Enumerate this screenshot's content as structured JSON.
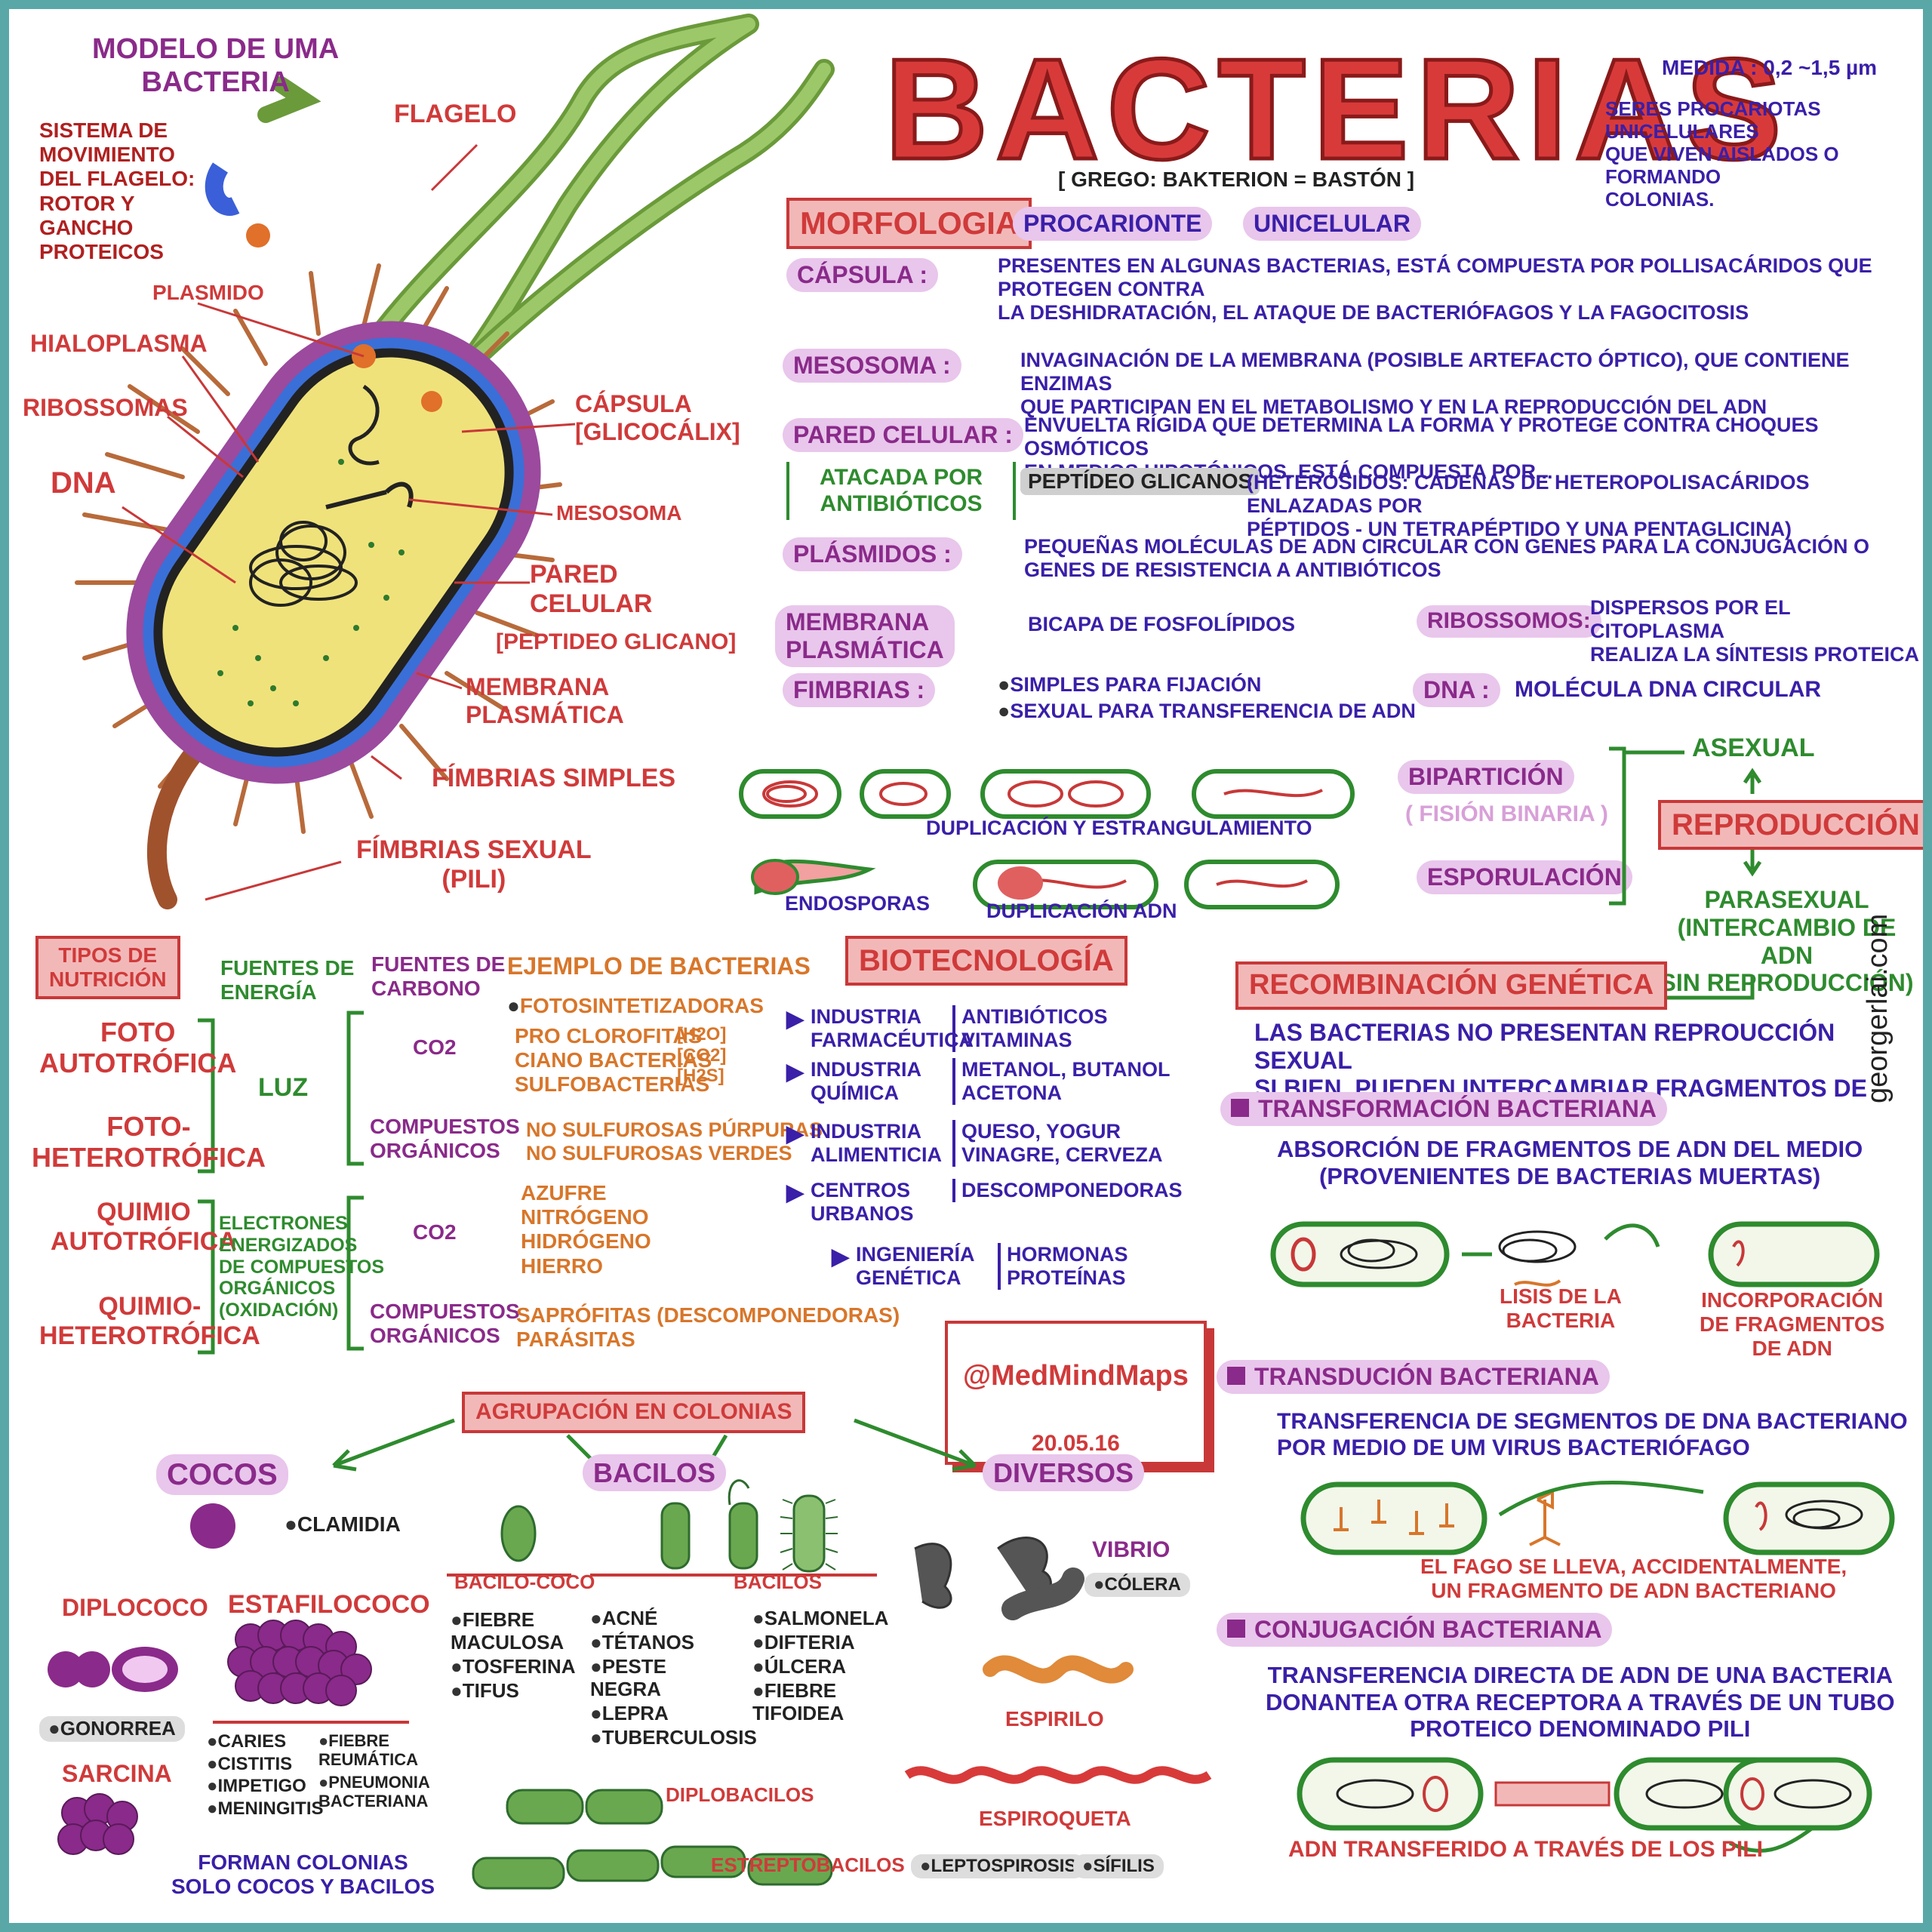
{
  "header": {
    "title": "BACTERIAS",
    "etymology": "[ GREGO: BAKTERION = BASTÓN ]",
    "medida": "MEDIDA : 0,2 ~1,5 µm",
    "description": "SERES PROCARIOTAS UNICELULARES\nQUE VIVEN AISLADOS O FORMANDO\nCOLONIAS."
  },
  "diagram": {
    "title": "MODELO DE UMA\nBACTERIA",
    "flagellum_note": "SISTEMA DE\nMOVIMIENTO\nDEL FLAGELO:\nROTOR Y\nGANCHO\nPROTEICOS",
    "labels": {
      "flagelo": "FLAGELO",
      "plasmido": "PLASMIDO",
      "hialoplasma": "HIALOPLASMA",
      "ribossomas": "RIBOSSOMAS",
      "dna": "DNA",
      "capsula": "CÁPSULA\n[GLICOCÁLIX]",
      "mesosoma": "MESOSOMA",
      "pared": "PARED\nCELULAR",
      "peptideo": "[PEPTIDEO GLICANO]",
      "membrana": "MEMBRANA\nPLASMÁTICA",
      "fimbrias_simples": "FÍMBRIAS SIMPLES",
      "fimbrias_sexual": "FÍMBRIAS SEXUAL\n(PILI)"
    }
  },
  "morfologia": {
    "title": "MORFOLOGIA",
    "tag1": "PROCARIONTE",
    "tag2": "UNICELULAR",
    "capsula_label": "CÁPSULA :",
    "capsula_text": "PRESENTES EN ALGUNAS BACTERIAS, ESTÁ COMPUESTA POR POLLISACÁRIDOS QUE PROTEGEN CONTRA\nLA DESHIDRATACIÓN, EL ATAQUE DE BACTERIÓFAGOS Y LA FAGOCITOSIS",
    "mesosoma_label": "MESOSOMA :",
    "mesosoma_text": "INVAGINACIÓN DE LA MEMBRANA (POSIBLE ARTEFACTO ÓPTICO), QUE CONTIENE ENZIMAS\nQUE PARTICIPAN EN EL METABOLISMO Y EN LA REPRODUCCIÓN DEL ADN",
    "pared_label": "PARED CELULAR :",
    "pared_text": "ENVUELTA RÍGIDA QUE DETERMINA LA FORMA Y PROTEGE CONTRA CHOQUES OSMÓTICOS\nEN MEDIOS HIPOTÓNICOS. ESTÁ COMPUESTA POR...",
    "atacada": "ATACADA POR\nANTIBIÓTICOS",
    "peptideo_label": "PEPTÍDEO GLICANOS",
    "peptideo_text": "(HETERÓSIDOS: CADENAS DE HETEROPOLISACÁRIDOS ENLAZADAS POR\nPÉPTIDOS - UN TETRAPÉPTIDO Y UNA PENTAGLICINA)",
    "plasmidos_label": "PLÁSMIDOS :",
    "plasmidos_text": "PEQUEÑAS MOLÉCULAS DE ADN CIRCULAR CON GENES PARA LA CONJUGACIÓN O\nGENES DE RESISTENCIA A ANTIBIÓTICOS",
    "membrana_label": "MEMBRANA\nPLASMÁTICA",
    "membrana_text": "BICAPA DE FOSFOLÍPIDOS",
    "ribossomos_label": "RIBOSSOMOS:",
    "ribossomos_text": "DISPERSOS POR EL CITOPLASMA\nREALIZA LA SÍNTESIS PROTEICA",
    "fimbrias_label": "FIMBRIAS :",
    "fimbrias_1": "SIMPLES PARA FIJACIÓN",
    "fimbrias_2": "SEXUAL PARA TRANSFERENCIA DE ADN",
    "dna_label": "DNA :",
    "dna_text": "MOLÉCULA DNA CIRCULAR"
  },
  "reproduccion": {
    "dup_label": "DUPLICACIÓN Y ESTRANGULAMIENTO",
    "endosporas": "ENDOSPORAS",
    "dup_adn": "DUPLICACIÓN ADN",
    "bipartition": "BIPARTICIÓN",
    "fision": "( FISIÓN BINARIA )",
    "esporulacion": "ESPORULACIÓN",
    "asexual": "ASEXUAL",
    "title": "REPRODUCCIÓN",
    "parasexual": "PARASEXUAL\n(INTERCAMBIO DE ADN\nSIN REPRODUCCIÓN)"
  },
  "watermark": "georgerlai.com",
  "nutricion": {
    "title": "TIPOS DE\nNUTRICIÓN",
    "fuentes_energia": "FUENTES DE\nENERGÍA",
    "fuentes_carbono": "FUENTES DE\nCARBONO",
    "ejemplo": "EJEMPLO DE BACTERIAS",
    "foto_auto": "FOTO\nAUTOTRÓFICA",
    "foto_hetero": "FOTO-\nHETEROTRÓFICA",
    "luz": "LUZ",
    "co2_1": "CO2",
    "compuestos_1": "COMPUESTOS\nORGÁNICOS",
    "fotosint": "FOTOSINTETIZADORAS",
    "ejemplos_foto": "PRO CLOROFITAS\nCIANO BACTERIAS\nSULFOBACTERIAS",
    "ejemplos_foto_sub": "[H2O]\n[CO2]\n[H2S]",
    "ejemplos_hetero": "NO SULFUROSAS PÚRPURAS\nNO SULFUROSAS VERDES",
    "quimio_auto": "QUIMIO\nAUTOTRÓFICA",
    "quimio_hetero": "QUIMIO-\nHETEROTRÓFICA",
    "electrones": "ELECTRONES\nENERGIZADOS\nDE COMPUESTOS\nORGÁNICOS\n(OXIDACIÓN)",
    "co2_2": "CO2",
    "compuestos_2": "COMPUESTOS\nORGÁNICOS",
    "quimio_ejemplos": "AZUFRE\nNITRÓGENO\nHIDRÓGENO\nHIERRO",
    "quimio_hetero_ej": "SAPRÓFITAS (DESCOMPONEDORAS)\nPARÁSITAS"
  },
  "biotecnologia": {
    "title": "BIOTECNOLOGÍA",
    "items": [
      {
        "label": "INDUSTRIA\nFARMACÉUTICA",
        "value": "ANTIBIÓTICOS\nVITAMINAS"
      },
      {
        "label": "INDUSTRIA\nQUÍMICA",
        "value": "METANOL, BUTANOL\nACETONA"
      },
      {
        "label": "INDUSTRIA\nALIMENTICIA",
        "value": "QUESO, YOGUR\nVINAGRE, CERVEZA"
      },
      {
        "label": "CENTROS\nURBANOS",
        "value": "DESCOMPONEDORAS"
      },
      {
        "label": "INGENIERÍA\nGENÉTICA",
        "value": "HORMONAS\nPROTEÍNAS"
      }
    ],
    "stamp": "@MedMindMaps",
    "date": "20.05.16"
  },
  "recombinacion": {
    "title": "RECOMBINACIÓN GENÉTICA",
    "intro": "LAS BACTERIAS NO PRESENTAN REPROUCCIÓN SEXUAL\nSI BIEN, PUEDEN INTERCAMBIAR FRAGMENTOS DE ADN",
    "trans_title": "TRANSFORMACIÓN BACTERIANA",
    "trans_text": "ABSORCIÓN DE FRAGMENTOS DE ADN DEL MEDIO\n(PROVENIENTES DE BACTERIAS MUERTAS)",
    "lisis": "LISIS DE LA\nBACTERIA",
    "incorporacion": "INCORPORACIÓN\nDE FRAGMENTOS\nDE ADN",
    "transd_title": "TRANSDUCIÓN BACTERIANA",
    "transd_text": "TRANSFERENCIA DE SEGMENTOS DE DNA BACTERIANO\nPOR MEDIO DE UM VIRUS BACTERIÓFAGO",
    "fago": "EL FAGO SE LLEVA, ACCIDENTALMENTE,\nUN FRAGMENTO DE ADN BACTERIANO",
    "conj_title": "CONJUGACIÓN BACTERIANA",
    "conj_text": "TRANSFERENCIA DIRECTA DE ADN DE UNA BACTERIA\nDONANTEA OTRA RECEPTORA A TRAVÉS DE UN TUBO\nPROTEICO DENOMINADO PILI",
    "pili_caption": "ADN TRANSFERIDO A TRAVÉS DE LOS PILI"
  },
  "colonias": {
    "title": "AGRUPACIÓN EN COLONIAS",
    "cocos": "COCOS",
    "bacilos": "BACILOS",
    "diversos": "DIVERSOS",
    "clamidia": "CLAMIDIA",
    "diplococo": "DIPLOCOCO",
    "estafilococo": "ESTAFILOCOCO",
    "gonorrea": "GONORREA",
    "sarcina": "SARCINA",
    "estafilo_diseases_1": [
      "CARIES",
      "CISTITIS",
      "IMPETIGO",
      "MENINGITIS"
    ],
    "estafilo_diseases_2": [
      "FIEBRE\nREUMÁTICA",
      "PNEUMONIA\nBACTERIANA"
    ],
    "forman": "FORMAN COLONIAS\nSOLO COCOS Y BACILOS",
    "bacilo_coco": "BACILO-COCO",
    "bacilos_label": "BACILOS",
    "bc_diseases": [
      "FIEBRE\nMACULOSA",
      "TOSFERINA",
      "TIFUS"
    ],
    "bac_diseases_1": [
      "ACNÉ",
      "TÉTANOS",
      "PESTE\nNEGRA",
      "LEPRA",
      "TUBERCULOSIS"
    ],
    "bac_diseases_2": [
      "SALMONELA",
      "DIFTERIA",
      "ÚLCERA",
      "FIEBRE\nTIFOIDEA"
    ],
    "diplobacilos": "DIPLOBACILOS",
    "estreptobacilos": "ESTREPTOBACILOS",
    "vibrio": "VIBRIO",
    "colera": "CÓLERA",
    "espirilo": "ESPIRILO",
    "espiroqueta": "ESPIROQUETA",
    "leptospirosis": "LEPTOSPIROSIS",
    "sifilis": "SÍFILIS"
  }
}
